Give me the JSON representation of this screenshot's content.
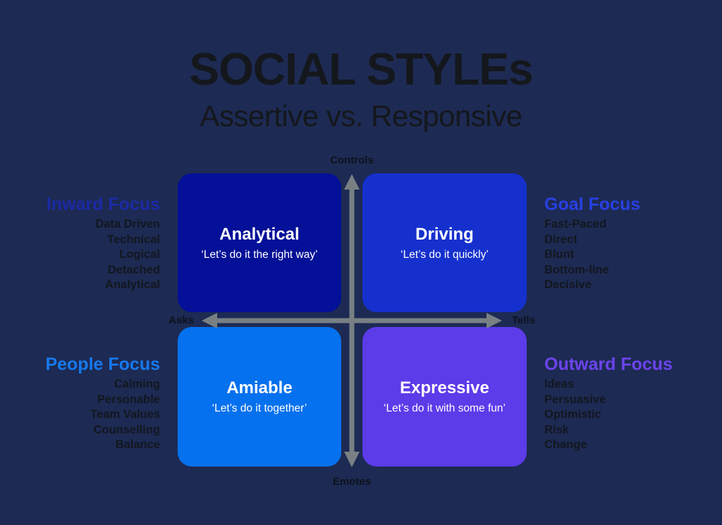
{
  "title": "SOCIAL STYLEs",
  "subtitle": "Assertive vs. Responsive",
  "axes": {
    "top": "Controls",
    "bottom": "Emotes",
    "left": "Asks",
    "right": "Tells"
  },
  "quadrants": [
    {
      "id": "analytical",
      "name": "Analytical",
      "tagline": "‘Let’s do it the right way’",
      "color": "#041097"
    },
    {
      "id": "driving",
      "name": "Driving",
      "tagline": "‘Let’s do it quickly’",
      "color": "#1530cd"
    },
    {
      "id": "amiable",
      "name": "Amiable",
      "tagline": "‘Let’s do it together’",
      "color": "#0671ee"
    },
    {
      "id": "expressive",
      "name": "Expressive",
      "tagline": "‘Let’s do it with some fun’",
      "color": "#5c3be9"
    }
  ],
  "focus_groups": [
    {
      "id": "inward",
      "heading": "Inward Focus",
      "heading_color": "#1b2aa6",
      "items": [
        "Data Driven",
        "Technical",
        "Logical",
        "Detached",
        "Analytical"
      ]
    },
    {
      "id": "goal",
      "heading": "Goal Focus",
      "heading_color": "#2840e4",
      "items": [
        "Fast-Paced",
        "Direct",
        "Blunt",
        "Bottom-line",
        "Decisive"
      ]
    },
    {
      "id": "people",
      "heading": "People Focus",
      "heading_color": "#1679ef",
      "items": [
        "Calming",
        "Personable",
        "Team Values",
        "Counselling",
        "Balance"
      ]
    },
    {
      "id": "outward",
      "heading": "Outward Focus",
      "heading_color": "#6c44ee",
      "items": [
        "Ideas",
        "Persuasive",
        "Optimistic",
        "Risk",
        "Change"
      ]
    }
  ],
  "colors": {
    "background": "#1d2a53",
    "title_text": "#14171c",
    "axis_text": "#0d131c",
    "list_text": "#12171f",
    "quadrant_text": "#ffffff",
    "arrow": "#788084"
  }
}
